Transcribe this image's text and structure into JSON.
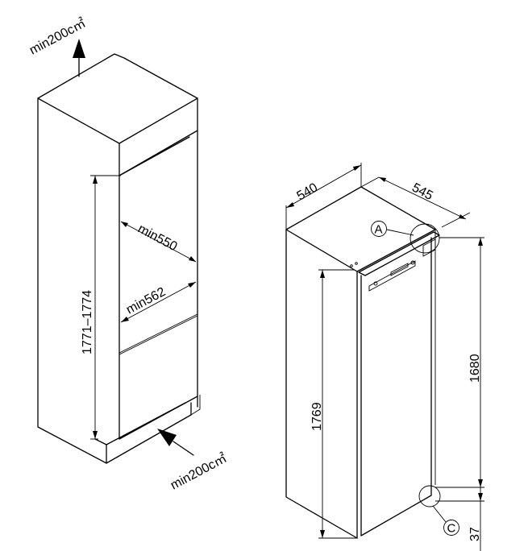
{
  "niche": {
    "vent_top": "min200c㎡",
    "vent_bottom": "min200c㎡",
    "height_range": "1771–1774",
    "depth_upper": "min550",
    "depth_lower": "min562"
  },
  "appliance": {
    "width": "540",
    "depth": "545",
    "total_height": "1769",
    "door_height": "1680",
    "bottom_offset": "37",
    "detail_a": "A",
    "detail_c": "C"
  }
}
